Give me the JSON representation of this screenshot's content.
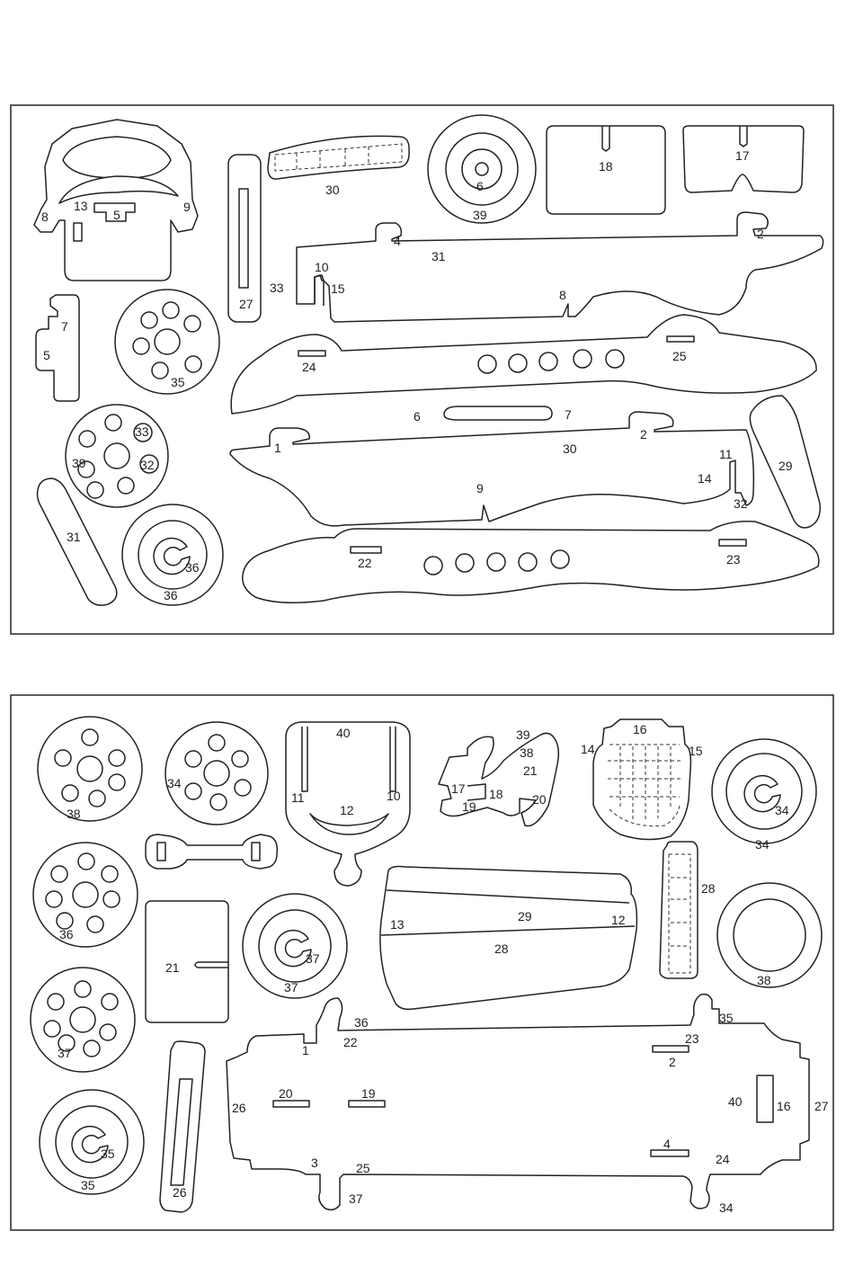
{
  "sheets": [
    {
      "labels": [
        {
          "id": "8a",
          "text": "8"
        },
        {
          "id": "13a",
          "text": "13"
        },
        {
          "id": "5a",
          "text": "5"
        },
        {
          "id": "9a",
          "text": "9"
        },
        {
          "id": "27a",
          "text": "27"
        },
        {
          "id": "33a",
          "text": "33"
        },
        {
          "id": "30a",
          "text": "30"
        },
        {
          "id": "6a",
          "text": "6"
        },
        {
          "id": "39a",
          "text": "39"
        },
        {
          "id": "18a",
          "text": "18"
        },
        {
          "id": "17a",
          "text": "17"
        },
        {
          "id": "4a",
          "text": "4"
        },
        {
          "id": "31a",
          "text": "31"
        },
        {
          "id": "2a",
          "text": "2"
        },
        {
          "id": "10a",
          "text": "10"
        },
        {
          "id": "15a",
          "text": "15"
        },
        {
          "id": "8b",
          "text": "8"
        },
        {
          "id": "7a",
          "text": "7"
        },
        {
          "id": "5b",
          "text": "5"
        },
        {
          "id": "35a",
          "text": "35"
        },
        {
          "id": "24a",
          "text": "24"
        },
        {
          "id": "25a",
          "text": "25"
        },
        {
          "id": "6b",
          "text": "6"
        },
        {
          "id": "7b",
          "text": "7"
        },
        {
          "id": "33b",
          "text": "33"
        },
        {
          "id": "39b",
          "text": "39"
        },
        {
          "id": "32a",
          "text": "32"
        },
        {
          "id": "1a",
          "text": "1"
        },
        {
          "id": "30b",
          "text": "30"
        },
        {
          "id": "2b",
          "text": "2"
        },
        {
          "id": "11a",
          "text": "11"
        },
        {
          "id": "14a",
          "text": "14"
        },
        {
          "id": "32b",
          "text": "32"
        },
        {
          "id": "29a",
          "text": "29"
        },
        {
          "id": "9b",
          "text": "9"
        },
        {
          "id": "31b",
          "text": "31"
        },
        {
          "id": "36a",
          "text": "36"
        },
        {
          "id": "36b",
          "text": "36"
        },
        {
          "id": "22a",
          "text": "22"
        },
        {
          "id": "23a",
          "text": "23"
        }
      ]
    },
    {
      "labels": [
        {
          "id": "38a",
          "text": "38"
        },
        {
          "id": "34a",
          "text": "34"
        },
        {
          "id": "40a",
          "text": "40"
        },
        {
          "id": "11b",
          "text": "11"
        },
        {
          "id": "10b",
          "text": "10"
        },
        {
          "id": "12a",
          "text": "12"
        },
        {
          "id": "39c",
          "text": "39"
        },
        {
          "id": "38b",
          "text": "38"
        },
        {
          "id": "21a",
          "text": "21"
        },
        {
          "id": "17b",
          "text": "17"
        },
        {
          "id": "18b",
          "text": "18"
        },
        {
          "id": "19a",
          "text": "19"
        },
        {
          "id": "20a",
          "text": "20"
        },
        {
          "id": "16a",
          "text": "16"
        },
        {
          "id": "14b",
          "text": "14"
        },
        {
          "id": "15b",
          "text": "15"
        },
        {
          "id": "34b",
          "text": "34"
        },
        {
          "id": "34c",
          "text": "34"
        },
        {
          "id": "36c",
          "text": "36"
        },
        {
          "id": "28a",
          "text": "28"
        },
        {
          "id": "13b",
          "text": "13"
        },
        {
          "id": "29b",
          "text": "29"
        },
        {
          "id": "12b",
          "text": "12"
        },
        {
          "id": "28b",
          "text": "28"
        },
        {
          "id": "38c",
          "text": "38"
        },
        {
          "id": "21b",
          "text": "21"
        },
        {
          "id": "37a",
          "text": "37"
        },
        {
          "id": "37b",
          "text": "37"
        },
        {
          "id": "37c",
          "text": "37"
        },
        {
          "id": "36d",
          "text": "36"
        },
        {
          "id": "22b",
          "text": "22"
        },
        {
          "id": "1b",
          "text": "1"
        },
        {
          "id": "35b",
          "text": "35"
        },
        {
          "id": "23b",
          "text": "23"
        },
        {
          "id": "2c",
          "text": "2"
        },
        {
          "id": "26a",
          "text": "26"
        },
        {
          "id": "20b",
          "text": "20"
        },
        {
          "id": "19b",
          "text": "19"
        },
        {
          "id": "40b",
          "text": "40"
        },
        {
          "id": "16b",
          "text": "16"
        },
        {
          "id": "27b",
          "text": "27"
        },
        {
          "id": "3a",
          "text": "3"
        },
        {
          "id": "25b",
          "text": "25"
        },
        {
          "id": "4b",
          "text": "4"
        },
        {
          "id": "24b",
          "text": "24"
        },
        {
          "id": "37d",
          "text": "37"
        },
        {
          "id": "34d",
          "text": "34"
        },
        {
          "id": "35c",
          "text": "35"
        },
        {
          "id": "35d",
          "text": "35"
        },
        {
          "id": "26b",
          "text": "26"
        }
      ]
    }
  ]
}
